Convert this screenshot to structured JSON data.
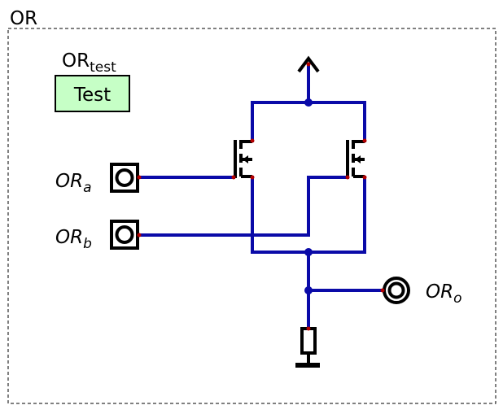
{
  "module": {
    "name": "OR"
  },
  "test_control": {
    "label_main": "OR",
    "label_sub": "test",
    "button_label": "Test"
  },
  "inputs": [
    {
      "id": "a",
      "main": "OR",
      "sub": "a"
    },
    {
      "id": "b",
      "main": "OR",
      "sub": "b"
    }
  ],
  "output": {
    "main": "OR",
    "sub": "o"
  },
  "colors": {
    "wire": "#0a0aa8",
    "pin": "#b40000",
    "button_fill": "#c6ffc6",
    "outline": "#000000"
  }
}
